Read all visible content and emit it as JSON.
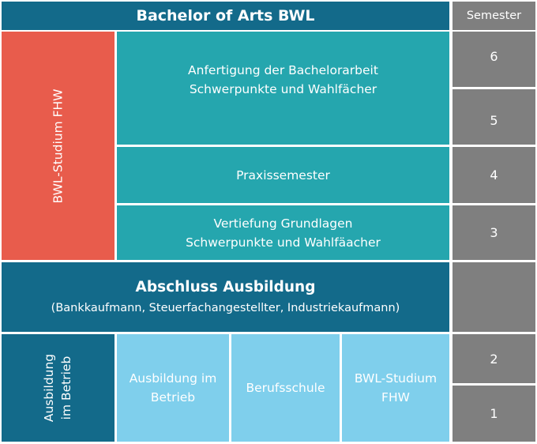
{
  "header": {
    "title": "Bachelor of Arts BWL",
    "semester_label": "Semester"
  },
  "left_column": {
    "fhw_label": "BWL-Studium FHW",
    "betrieb_label_line1": "Ausbildung",
    "betrieb_label_line2": "im Betrieb"
  },
  "blocks": {
    "bachelor_line1": "Anfertigung der Bachelorarbeit",
    "bachelor_line2": "Schwerpunkte und Wahlfächer",
    "praxis": "Praxissemester",
    "vertiefung_line1": "Vertiefung Grundlagen",
    "vertiefung_line2": "Schwerpunkte und Wahlfäacher",
    "abschluss_title": "Abschluss Ausbildung",
    "abschluss_sub": "(Bankkaufmann, Steuerfachangestellter, Industriekaufmann)",
    "ausbildung_line1": "Ausbildung im",
    "ausbildung_line2": "Betrieb",
    "berufsschule": "Berufsschule",
    "studium_line1": "BWL-Studium",
    "studium_line2": "FHW"
  },
  "semesters": [
    "6",
    "5",
    "4",
    "3",
    "2",
    "1"
  ],
  "colors": {
    "dark": "#136a8a",
    "red": "#e85c4c",
    "teal": "#25a6ae",
    "light": "#7fcfec",
    "gray": "#7f7f7f"
  }
}
